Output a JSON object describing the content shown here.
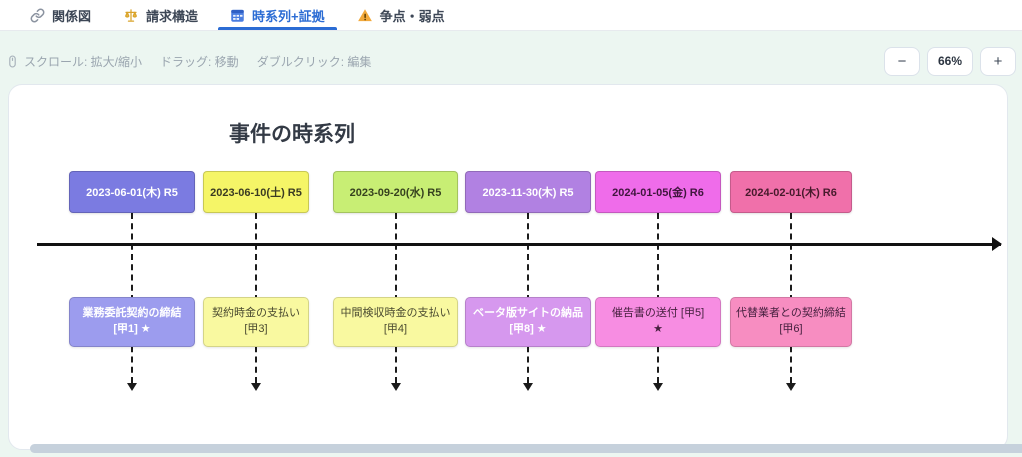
{
  "tabs": [
    {
      "label": "関係図",
      "icon": "link-icon"
    },
    {
      "label": "請求構造",
      "icon": "scales-icon"
    },
    {
      "label": "時系列+証拠",
      "icon": "timeline-icon"
    },
    {
      "label": "争点・弱点",
      "icon": "warning-icon"
    }
  ],
  "toolbar": {
    "hints": [
      "スクロール: 拡大/縮小",
      "ドラッグ: 移動",
      "ダブルクリック: 編集"
    ],
    "zoom_out_label": "−",
    "zoom_level": "66%",
    "zoom_in_label": "+"
  },
  "canvas": {
    "title": "事件の時系列",
    "items": [
      {
        "date": "2023-06-01(木) R5",
        "date_bg": "#7b7be1",
        "date_color": "#ffffff",
        "event_line1": "業務委託契約の締結",
        "event_line2": "[甲1] ★",
        "event_bg": "#9c9cee",
        "event_color": "#ffffff",
        "event_weight": "bold"
      },
      {
        "date": "2023-06-10(土) R5",
        "date_bg": "#f5f567",
        "date_color": "#3b3b22",
        "event_line1": "契約時金の支払い",
        "event_line2": "[甲3]",
        "event_bg": "#f9f9a0",
        "event_color": "#4a4a30",
        "event_weight": "normal"
      },
      {
        "date": "2023-09-20(水) R5",
        "date_bg": "#c8ee74",
        "date_color": "#37421f",
        "event_line1": "中間検収時金の支払い",
        "event_line2": "[甲4]",
        "event_bg": "#f9f9a0",
        "event_color": "#4a4a30",
        "event_weight": "normal"
      },
      {
        "date": "2023-11-30(木) R5",
        "date_bg": "#b181e2",
        "date_color": "#ffffff",
        "event_line1": "ベータ版サイトの納品",
        "event_line2": "[甲8] ★",
        "event_bg": "#d698ee",
        "event_color": "#ffffff",
        "event_weight": "bold"
      },
      {
        "date": "2024-01-05(金) R6",
        "date_bg": "#ef6cea",
        "date_color": "#40163e",
        "event_line1": "催告書の送付 [甲5]",
        "event_line2": "★",
        "event_bg": "#f78de2",
        "event_color": "#46203f",
        "event_weight": "normal"
      },
      {
        "date": "2024-02-01(木) R6",
        "date_bg": "#f070aa",
        "date_color": "#471a2c",
        "event_line1": "代替業者との契約締結",
        "event_line2": "[甲6]",
        "event_bg": "#f78dc1",
        "event_color": "#46203f",
        "event_weight": "normal"
      }
    ]
  },
  "colors": {
    "accent_blue": "#2b6cd4",
    "page_bg": "#ecf6f1",
    "axis": "#111111",
    "scrollbar": "#c6d1dc"
  }
}
